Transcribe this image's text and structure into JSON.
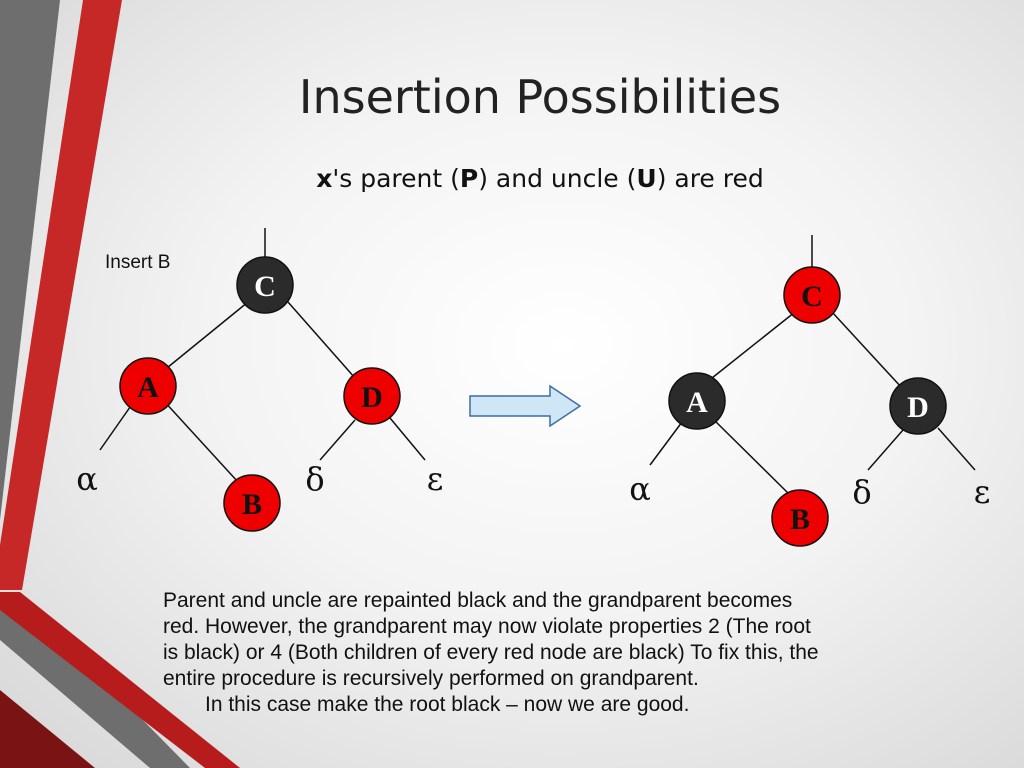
{
  "title": "Insertion Possibilities",
  "subtitle": {
    "part1": "x",
    "part2": "'s parent (",
    "part3": "P",
    "part4": ") and uncle (",
    "part5": "U",
    "part6": ") are red"
  },
  "insert_label": "Insert B",
  "colors": {
    "red_node": "#ee0000",
    "black_node": "#2b2b2b",
    "arrow_fill": "#cfe6f7",
    "arrow_stroke": "#3b6ea5",
    "accent_stripe": "#c62828",
    "gray_stripe": "#707070"
  },
  "tree_before": {
    "nodes": {
      "C": {
        "label": "C",
        "color": "black"
      },
      "A": {
        "label": "A",
        "color": "red"
      },
      "D": {
        "label": "D",
        "color": "red"
      },
      "B": {
        "label": "B",
        "color": "red"
      }
    },
    "leaves": {
      "alpha": "α",
      "delta": "δ",
      "epsilon": "ε"
    }
  },
  "tree_after": {
    "nodes": {
      "C": {
        "label": "C",
        "color": "red"
      },
      "A": {
        "label": "A",
        "color": "black"
      },
      "D": {
        "label": "D",
        "color": "black"
      },
      "B": {
        "label": "B",
        "color": "red"
      }
    },
    "leaves": {
      "alpha": "α",
      "delta": "δ",
      "epsilon": "ε"
    }
  },
  "arrow_icon": "right-arrow-icon",
  "caption": {
    "line1": "Parent and uncle are repainted black and the grandparent becomes",
    "line2": "red. However, the grandparent may now violate properties 2 (The root",
    "line3": "is black) or 4 (Both children of every red node are black) To fix this, the",
    "line4": "entire procedure is recursively performed on grandparent.",
    "line5": "In this case make the root black – now we are good."
  }
}
